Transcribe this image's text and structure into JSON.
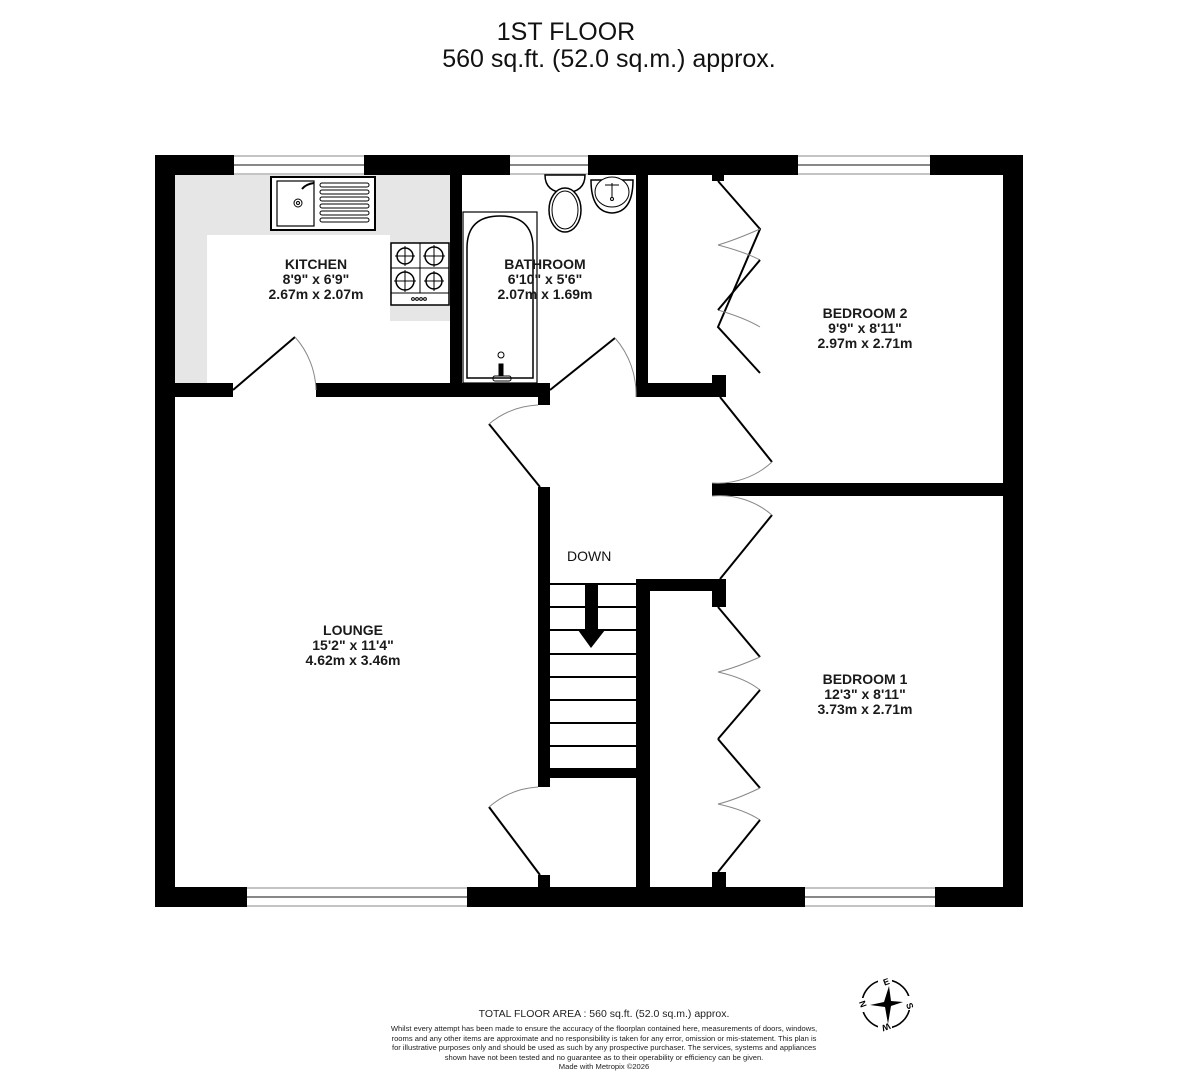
{
  "header": {
    "floor_name": "1ST FLOOR",
    "floor_area": "560 sq.ft. (52.0 sq.m.) approx."
  },
  "rooms": [
    {
      "id": "kitchen",
      "name": "KITCHEN",
      "imperial": "8'9\"  x 6'9\"",
      "metric": "2.67m  x 2.07m"
    },
    {
      "id": "bathroom",
      "name": "BATHROOM",
      "imperial": "6'10\"  x 5'6\"",
      "metric": "2.07m  x 1.69m"
    },
    {
      "id": "bedroom2",
      "name": "BEDROOM 2",
      "imperial": "9'9\"  x 8'11\"",
      "metric": "2.97m  x 2.71m"
    },
    {
      "id": "lounge",
      "name": "LOUNGE",
      "imperial": "15'2\"  x 11'4\"",
      "metric": "4.62m  x 3.46m"
    },
    {
      "id": "bedroom1",
      "name": "BEDROOM 1",
      "imperial": "12'3\"  x 8'11\"",
      "metric": "3.73m  x 2.71m"
    }
  ],
  "stairs": {
    "label": "DOWN",
    "steps": 8
  },
  "footer": {
    "total_area": "TOTAL FLOOR AREA : 560 sq.ft. (52.0 sq.m.) approx.",
    "disclaimer": "Whilst every attempt has been made to ensure the accuracy of the floorplan contained here, measurements of doors, windows, rooms and any other items are approximate and no responsibility is taken for any error, omission or mis-statement. This plan is for illustrative purposes only and should be used as such by any prospective purchaser. The services, systems and appliances shown have not been tested and no guarantee as to their operability or efficiency can be given.",
    "credit": "Made with Metropix ©2026"
  },
  "compass": {
    "icon": "compass-rose-icon",
    "labels": [
      "N",
      "E",
      "S",
      "W"
    ]
  },
  "colors": {
    "wall": "#000000",
    "worktop": "#e6e6e6",
    "door_arc": "#888888",
    "background": "#ffffff"
  }
}
